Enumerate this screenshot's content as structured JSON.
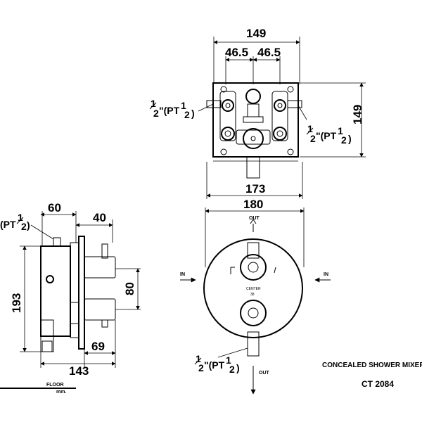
{
  "top_view": {
    "dim_width": "149",
    "dim_left_spacing": "46.5",
    "dim_right_spacing": "46.5",
    "dim_height": "149",
    "dim_bottom": "173",
    "inlet_left": {
      "num": "1",
      "den": "2",
      "mid": "\"(PT",
      "num2": "1",
      "den2": "2",
      "close": ")"
    },
    "inlet_right": {
      "num": "1",
      "den": "2",
      "mid": "\"(PT",
      "num2": "1",
      "den2": "2",
      "close": ")"
    }
  },
  "side_view": {
    "dim_top_left": "60",
    "dim_top_right": "40",
    "dim_height": "193",
    "dim_center": "80",
    "dim_bottom_small": "69",
    "dim_bottom_large": "143",
    "pipe_label": {
      "prefix": "(PT",
      "num": "1",
      "den": "2",
      "close": ")"
    },
    "floor_label": "FLOOR",
    "units_label": "mm."
  },
  "front_view": {
    "dim_diameter": "180",
    "out_top": "OUT",
    "out_bottom": "OUT",
    "in_left": "IN",
    "in_right": "IN",
    "scale_label": "CENTER",
    "scale_value": "38",
    "pipe_label": {
      "num": "1",
      "den": "2",
      "mid": "\"(PT",
      "num2": "1",
      "den2": "2",
      "close": ")"
    }
  },
  "title_block": {
    "product": "CONCEALED SHOWER MIXER THERM",
    "model": "CT 2084"
  }
}
